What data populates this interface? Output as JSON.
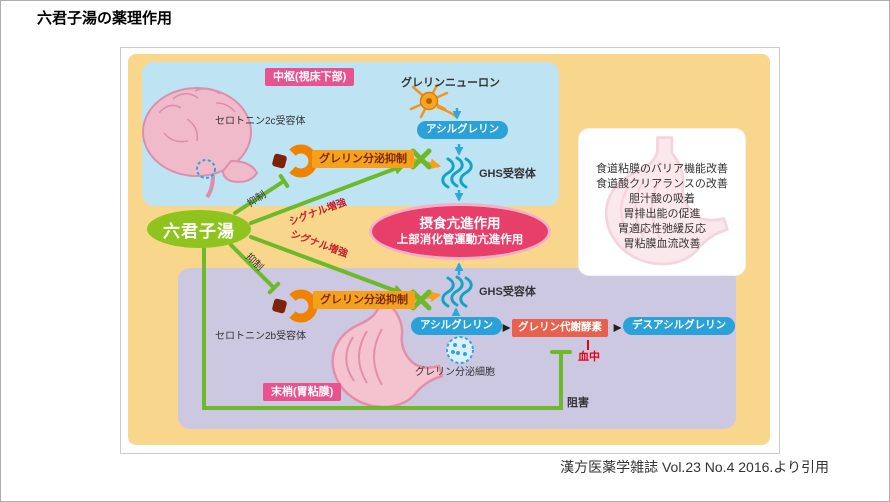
{
  "title": "六君子湯の薬理作用",
  "caption": "漢方医薬学雑誌 Vol.23 No.4 2016.より引用",
  "rikkunshito": "六君子湯",
  "effect": {
    "line1": "摂食亢進作用",
    "line2": "上部消化管運動亢進作用"
  },
  "central": {
    "region_label": "中枢(視床下部)",
    "neuron": "グレリンニューロン",
    "receptor": "セロトニン2c受容体",
    "suppression": "グレリン分泌抑制",
    "acyl_ghrelin": "アシルグレリン",
    "ghs_receptor": "GHS受容体"
  },
  "peripheral": {
    "region_label": "末梢(胃粘膜)",
    "receptor": "セロトニン2b受容体",
    "suppression": "グレリン分泌抑制",
    "acyl_ghrelin": "アシルグレリン",
    "ghs_receptor": "GHS受容体",
    "secreting_cell": "グレリン分泌細胞",
    "enzyme": "グレリン代謝酵素",
    "desacyl_ghrelin": "デスアシルグレリン",
    "blood": "血中",
    "block": "阻害"
  },
  "edges": {
    "inhibit": "抑制",
    "signal": "シグナル増強"
  },
  "effects_box": {
    "items": [
      "食道粘膜のバリア機能改善",
      "食道酸クリアランスの改善",
      "胆汁酸の吸着",
      "胃排出能の促進",
      "胃適応性弛緩反応",
      "胃粘膜血流改善"
    ]
  },
  "colors": {
    "accent_green": "#8FC31E",
    "accent_pink": "#E73E6A",
    "accent_blue": "#2AA1D9",
    "accent_orange": "#F5A11C"
  }
}
